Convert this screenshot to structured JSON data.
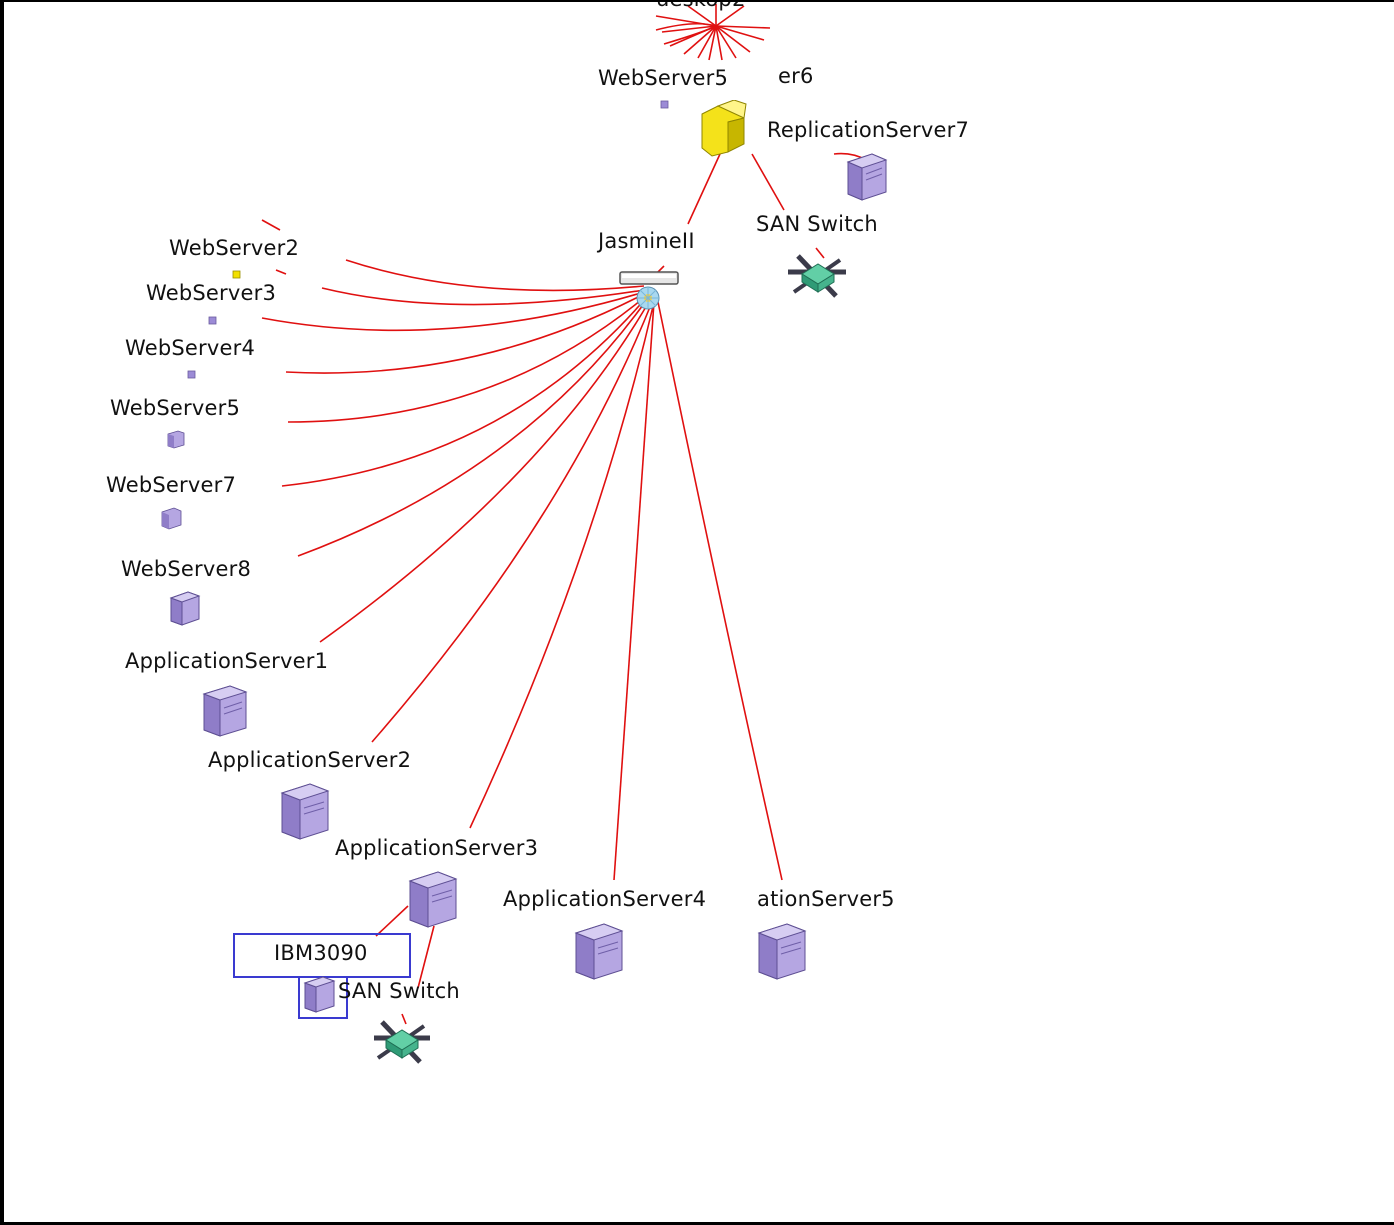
{
  "colors": {
    "edge": "#e01010",
    "server_face": "#b7a7e0",
    "server_side": "#8e7cc4",
    "switch": "#3fb08e",
    "router": "#f2e000",
    "selection": "#3a3ad0"
  },
  "topology": {
    "hub": {
      "label": "JasmineII",
      "icon": "hub-icon"
    },
    "top_cluster": {
      "label": "ueskop2",
      "icon": "edge-burst"
    },
    "gateway": {
      "label": "",
      "icon": "router-icon"
    },
    "nodes": [
      {
        "id": "webserver5-top",
        "label": "WebServer5",
        "icon": "server-icon"
      },
      {
        "id": "server6",
        "label": "er6",
        "icon": "server-icon"
      },
      {
        "id": "replicationserver7",
        "label": "ReplicationServer7",
        "icon": "server-icon"
      },
      {
        "id": "san-switch-top",
        "label": "SAN Switch",
        "icon": "switch-icon"
      },
      {
        "id": "webserver2",
        "label": "WebServer2",
        "icon": "server-icon"
      },
      {
        "id": "webserver3",
        "label": "WebServer3",
        "icon": "server-icon"
      },
      {
        "id": "webserver4",
        "label": "WebServer4",
        "icon": "server-icon"
      },
      {
        "id": "webserver5",
        "label": "WebServer5",
        "icon": "server-icon"
      },
      {
        "id": "webserver7",
        "label": "WebServer7",
        "icon": "server-icon"
      },
      {
        "id": "webserver8",
        "label": "WebServer8",
        "icon": "server-icon"
      },
      {
        "id": "applicationserver1",
        "label": "ApplicationServer1",
        "icon": "server-icon"
      },
      {
        "id": "applicationserver2",
        "label": "ApplicationServer2",
        "icon": "server-icon"
      },
      {
        "id": "applicationserver3",
        "label": "ApplicationServer3",
        "icon": "server-icon"
      },
      {
        "id": "applicationserver4",
        "label": "ApplicationServer4",
        "icon": "server-icon"
      },
      {
        "id": "applicationserver5",
        "label": "ationServer5",
        "icon": "server-icon"
      },
      {
        "id": "ibm3090",
        "label": "IBM3090",
        "icon": "server-icon",
        "selected": true
      },
      {
        "id": "san-switch-bottom",
        "label": "SAN Switch",
        "icon": "switch-icon"
      }
    ]
  }
}
